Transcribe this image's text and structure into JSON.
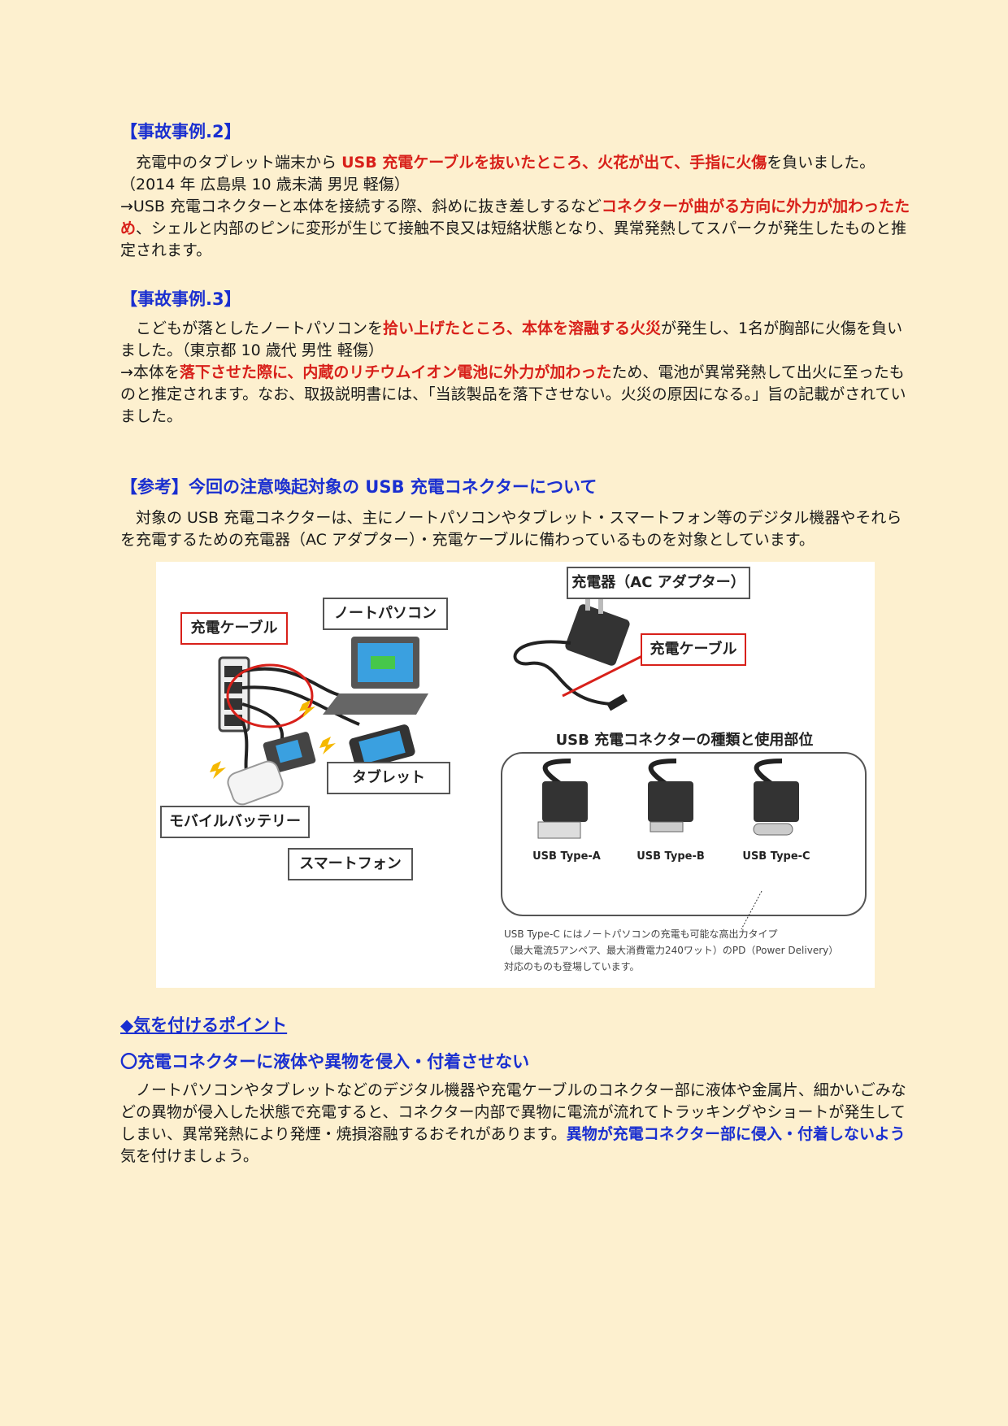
{
  "case2": {
    "heading": "【事故事例.2】",
    "p1_pre": "充電中のタブレット端末から",
    "p1_red": "USB 充電ケーブルを抜いたところ、火花が出て、手指に火傷",
    "p1_post": "を負いました。",
    "p1_meta": "（2014 年  広島県  10 歳未満  男児  軽傷）",
    "p2_pre": "→USB 充電コネクターと本体を接続する際、斜めに抜き差しするなど",
    "p2_red": "コネクターが曲がる方向に外力が加わったため",
    "p2_post": "、シェルと内部のピンに変形が生じて接触不良又は短絡状態となり、異常発熱してスパークが発生したものと推定されます。"
  },
  "case3": {
    "heading": "【事故事例.3】",
    "p1_pre": "こどもが落としたノートパソコンを",
    "p1_red": "拾い上げたところ、本体を溶融する火災",
    "p1_post": "が発生し、1名が胸部に火傷を負いました。（東京都  10 歳代  男性  軽傷）",
    "p2_pre": "→本体を",
    "p2_red": "落下させた際に、内蔵のリチウムイオン電池に外力が加わった",
    "p2_post": "ため、電池が異常発熱して出火に至ったものと推定されます。なお、取扱説明書には、「当該製品を落下させない。火災の原因になる。」旨の記載がされていました。"
  },
  "reference": {
    "heading": "【参考】今回の注意喚起対象の USB 充電コネクターについて",
    "text": "対象の USB 充電コネクターは、主にノートパソコンやタブレット・スマートフォン等のデジタル機器やそれらを充電するための充電器（AC アダプター）・充電ケーブルに備わっているものを対象としています。"
  },
  "figure": {
    "label_cable_left": "充電ケーブル",
    "label_laptop": "ノートパソコン",
    "label_tablet": "タブレット",
    "label_mobile_battery": "モバイルバッテリー",
    "label_smartphone": "スマートフォン",
    "label_charger": "充電器（AC アダプター）",
    "label_cable_right": "充電ケーブル",
    "connector_title": "USB 充電コネクターの種類と使用部位",
    "type_a": "USB Type-A",
    "type_b": "USB Type-B",
    "type_c": "USB Type-C",
    "note_line1": "USB Type-C にはノートパソコンの充電も可能な高出力タイプ",
    "note_line2": "（最大電流5アンペア、最大消費電力240ワット）のPD（Power Delivery）",
    "note_line3": "対応のものも登場しています。"
  },
  "points": {
    "heading": "◆気を付けるポイント",
    "subheading": "〇充電コネクターに液体や異物を侵入・付着させない",
    "text_pre": "ノートパソコンやタブレットなどのデジタル機器や充電ケーブルのコネクター部に液体や金属片、細かいごみなどの異物が侵入した状態で充電すると、コネクター内部で異物に電流が流れてトラッキングやショートが発生してしまい、異常発熱により発煙・焼損溶融するおそれがあります。",
    "text_blue": "異物が充電コネクター部に侵入・付着しないよう",
    "text_post": "気を付けましょう。"
  },
  "colors": {
    "background": "#fdf0cf",
    "heading_blue": "#1a2fd0",
    "emphasis_red": "#d8201a"
  }
}
